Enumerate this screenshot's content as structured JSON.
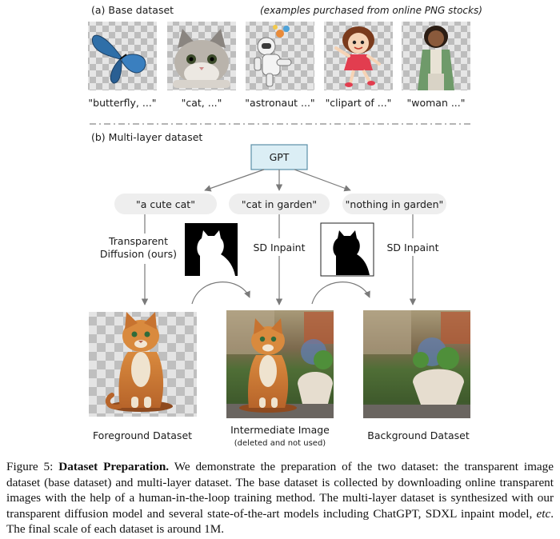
{
  "section_a": {
    "title": "(a) Base dataset",
    "note": "(examples purchased from online PNG stocks)",
    "examples": [
      {
        "caption": "\"butterfly, ...\"",
        "icon": "butterfly"
      },
      {
        "caption": "\"cat, ...\"",
        "icon": "cat"
      },
      {
        "caption": "\"astronaut ...\"",
        "icon": "astronaut"
      },
      {
        "caption": "\"clipart of ...\"",
        "icon": "clipart-girl"
      },
      {
        "caption": "\"woman ...\"",
        "icon": "woman"
      }
    ]
  },
  "section_b": {
    "title": "(b) Multi-layer dataset",
    "root": "GPT",
    "prompts": [
      "\"a cute cat\"",
      "\"cat in garden\"",
      "\"nothing in garden\""
    ],
    "methods": {
      "left_line1": "Transparent",
      "left_line2": "Diffusion (ours)",
      "middle": "SD Inpaint",
      "right": "SD Inpaint"
    },
    "outputs": {
      "foreground": "Foreground Dataset",
      "intermediate": "Intermediate Image",
      "intermediate_note": "(deleted and not used)",
      "background": "Background Dataset"
    }
  },
  "caption": {
    "figure_label": "Figure 5:",
    "bold_title": "Dataset Preparation.",
    "text_1": "We demonstrate the preparation of the two dataset: the transparent image dataset (base dataset) and multi-layer dataset. The base dataset is collected by downloading online transparent images with the help of a human-in-the-loop training method. The multi-layer dataset is synthesized with our transparent diffusion model and several state-of-the-art models including ChatGPT, SDXL inpaint model, ",
    "italic": "etc",
    "text_2": ". The final scale of each dataset is around 1M."
  },
  "colors": {
    "gpt_box_fill": "#dbeef5",
    "gpt_box_stroke": "#5a8fa8",
    "pill_fill": "#eeeeee",
    "arrow": "#7a7a7a",
    "checker_dark": "#bdbdbd",
    "checker_light": "#e6e6e6"
  }
}
